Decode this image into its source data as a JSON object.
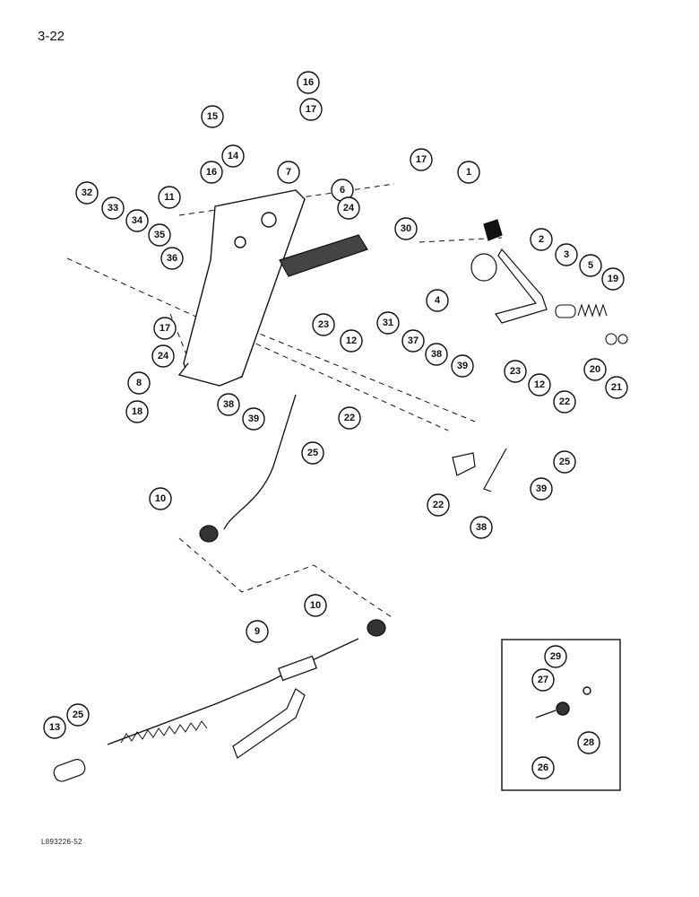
{
  "page_number": "3-22",
  "figure_code": "L893226-52",
  "callouts": [
    "1",
    "2",
    "3",
    "4",
    "5",
    "6",
    "7",
    "8",
    "9",
    "10",
    "10",
    "11",
    "12",
    "12",
    "13",
    "14",
    "15",
    "16",
    "16",
    "17",
    "17",
    "17",
    "18",
    "19",
    "20",
    "21",
    "22",
    "22",
    "22",
    "23",
    "23",
    "24",
    "24",
    "25",
    "25",
    "25",
    "26",
    "27",
    "28",
    "29",
    "30",
    "31",
    "32",
    "33",
    "34",
    "35",
    "36",
    "37",
    "38",
    "38",
    "38",
    "39",
    "39",
    "39"
  ]
}
